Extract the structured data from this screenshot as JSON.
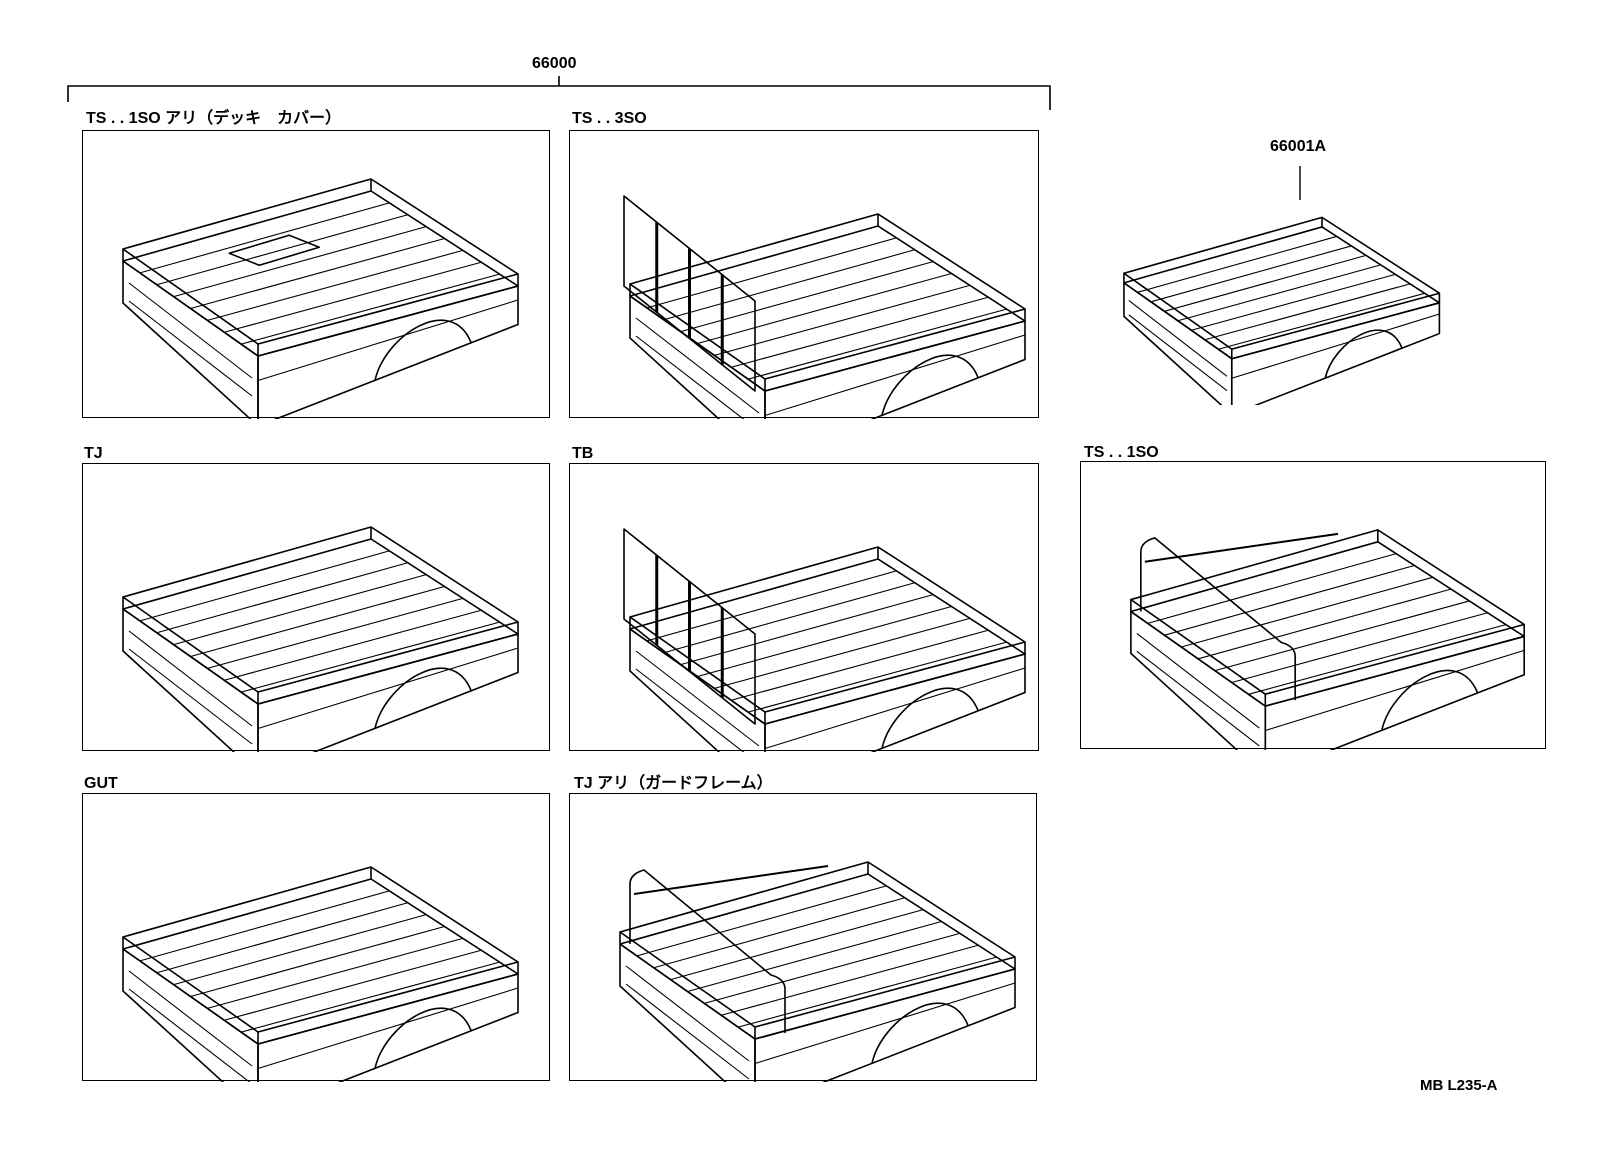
{
  "diagram": {
    "group_part_number": "66000",
    "variants": [
      {
        "label": "TS . . 1SO アリ（デッキ　カバー）"
      },
      {
        "label": "TS . . 3SO"
      },
      {
        "label": "TJ"
      },
      {
        "label": "TB"
      },
      {
        "label": "GUT"
      },
      {
        "label": "TJ アリ（ガードフレーム）"
      },
      {
        "label": "TS . . 1SO"
      }
    ],
    "part_callout": "66001A",
    "figure_code": "MB L235-A"
  }
}
